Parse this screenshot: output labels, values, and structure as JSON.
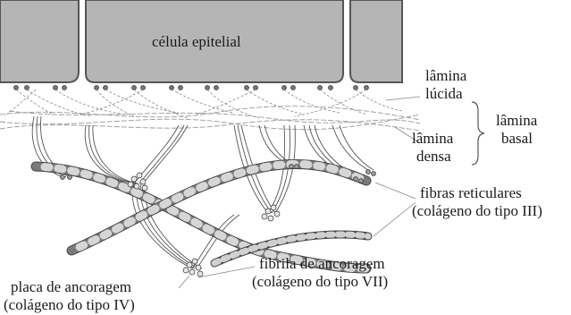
{
  "labels": {
    "cell": "célula epitelial",
    "lamina_lucida_1": "lâmina",
    "lamina_lucida_2": "lúcida",
    "lamina_basal_1": "lâmina",
    "lamina_basal_2": "basal",
    "lamina_densa_1": "lâmina",
    "lamina_densa_2": "densa",
    "reticular_1": "fibras reticulares",
    "reticular_2": "(colágeno do tipo III)",
    "fibril_1": "fibrila de ancoragem",
    "fibril_2": "(colágeno do tipo VII)",
    "plaque_1": "placa de ancoragem",
    "plaque_2": "(colágeno do tipo IV)"
  },
  "colors": {
    "cell_fill": "#b3b3b3",
    "cell_stroke": "#555555",
    "fiber_dark": "#6e6e6e",
    "fiber_light": "#d2d2d2",
    "fibril": "#555555",
    "leader": "#888888"
  }
}
